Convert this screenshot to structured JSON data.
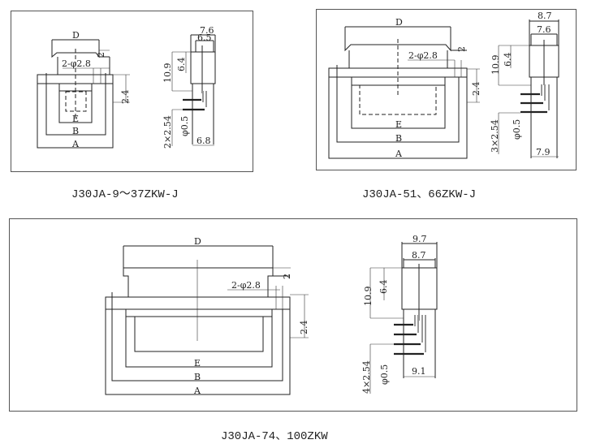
{
  "panels": [
    {
      "caption": "J30JA-9～37ZKW-J",
      "front": {
        "D": "D",
        "E": "E",
        "B": "B",
        "A": "A",
        "hole": "2-φ2.8",
        "two": "2",
        "thick": "2.4"
      },
      "side": {
        "w_outer": "7.6",
        "w_inner": "6.5",
        "h_total": "10.9",
        "h_body": "6.4",
        "pitch": "2×2.54",
        "pin_dia": "φ0.5",
        "w_bottom": "6.8"
      }
    },
    {
      "caption": "J30JA-51、66ZKW-J",
      "front": {
        "D": "D",
        "E": "E",
        "B": "B",
        "A": "A",
        "hole": "2-φ2.8",
        "two": "2",
        "thick": "2.4"
      },
      "side": {
        "w_outer": "8.7",
        "w_inner": "7.6",
        "h_total": "10.9",
        "h_body": "6.4",
        "pitch": "3×2.54",
        "pin_dia": "φ0.5",
        "w_bottom": "7.9"
      }
    },
    {
      "caption": "J30JA-74、100ZKW",
      "front": {
        "D": "D",
        "E": "E",
        "B": "B",
        "A": "A",
        "hole": "2-φ2.8",
        "two": "2",
        "thick": "2.4"
      },
      "side": {
        "w_outer": "9.7",
        "w_inner": "8.7",
        "h_total": "10.9",
        "h_body": "6.4",
        "pitch": "4×2.54",
        "pin_dia": "φ0.5",
        "w_bottom": "9.1"
      }
    }
  ]
}
